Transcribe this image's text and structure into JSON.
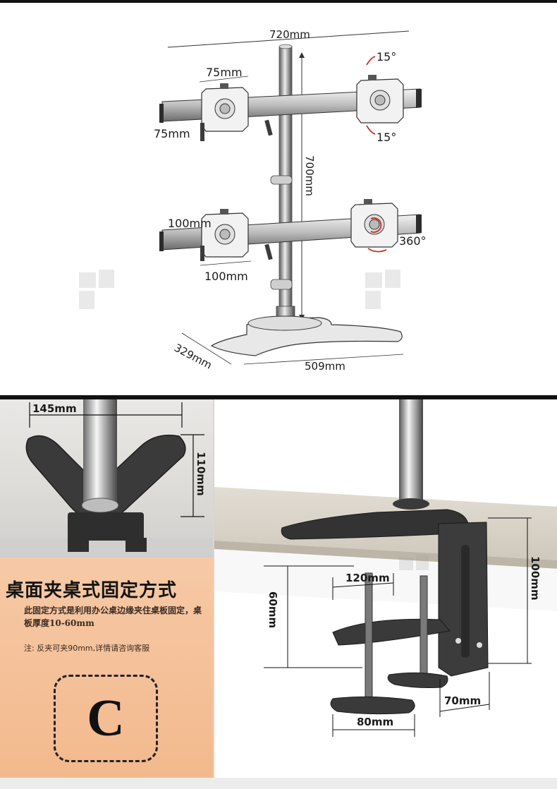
{
  "top_diagram": {
    "dim_width": "720mm",
    "dim_vesa_h_top": "75mm",
    "dim_vesa_v_top": "75mm",
    "dim_tilt_up": "15°",
    "dim_tilt_down": "15°",
    "dim_height": "700mm",
    "dim_vesa_h_bottom": "100mm",
    "dim_vesa_v_bottom": "100mm",
    "dim_rotate": "360°",
    "dim_base_depth": "329mm",
    "dim_base_width": "509mm"
  },
  "clamp_photo": {
    "dim_width": "145mm",
    "dim_height": "110mm"
  },
  "clamp_info": {
    "title": "桌面夹桌式固定方式",
    "description": "此固定方式是利用办公桌边缘夹住桌板固定，桌板厚度10-60mm",
    "note": "注: 反夹可夹90mm,详情请咨询客服",
    "option_letter": "C"
  },
  "clamp_diagram": {
    "dim_inner_width": "120mm",
    "dim_desk_thickness": "60mm",
    "dim_height": "100mm",
    "dim_side_width": "70mm",
    "dim_base_width": "80mm"
  },
  "colors": {
    "metal_dark": "#3d3d3d",
    "chrome": "#9a9a9a",
    "orange_panel": "#f3b98d",
    "desk_top": "#d8d2c8"
  }
}
